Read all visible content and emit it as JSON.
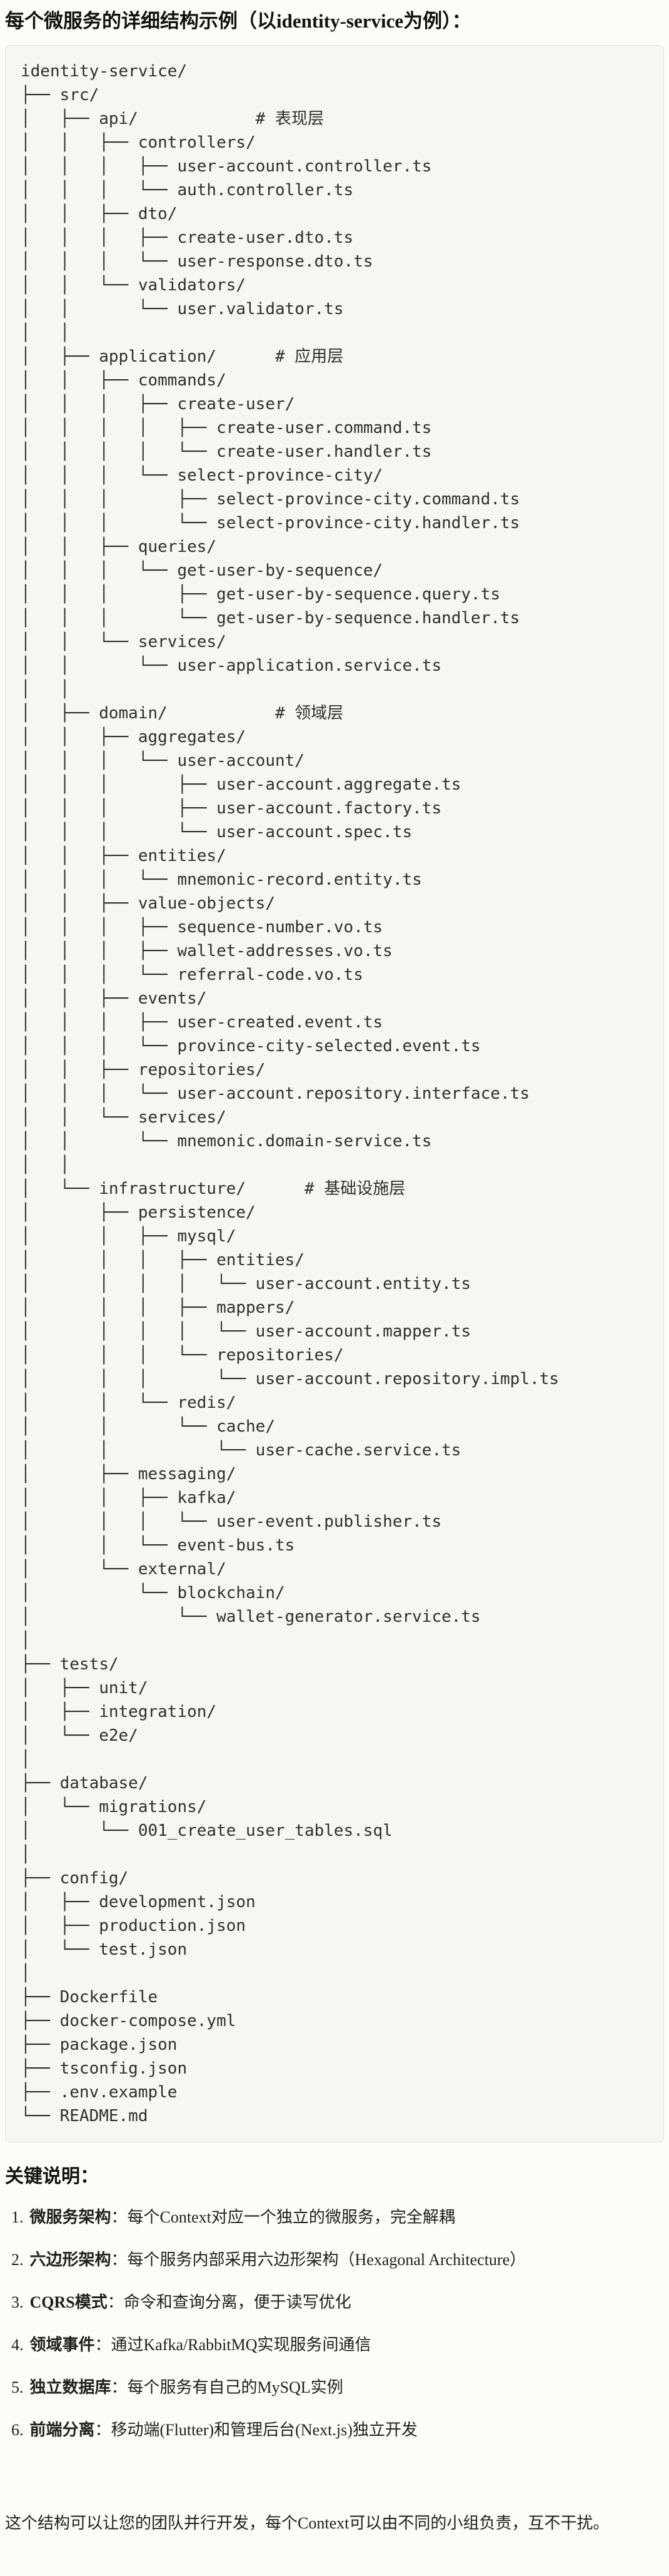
{
  "page": {
    "title": "每个微服务的详细结构示例（以identity-service为例）：",
    "notes_heading": "关键说明：",
    "closing": "这个结构可以让您的团队并行开发，每个Context可以由不同的小组负责，互不干扰。"
  },
  "code_block": {
    "lines": [
      "identity-service/",
      "├── src/",
      "│   ├── api/            # 表现层",
      "│   │   ├── controllers/",
      "│   │   │   ├── user-account.controller.ts",
      "│   │   │   └── auth.controller.ts",
      "│   │   ├── dto/",
      "│   │   │   ├── create-user.dto.ts",
      "│   │   │   └── user-response.dto.ts",
      "│   │   └── validators/",
      "│   │       └── user.validator.ts",
      "│   │",
      "│   ├── application/      # 应用层",
      "│   │   ├── commands/",
      "│   │   │   ├── create-user/",
      "│   │   │   │   ├── create-user.command.ts",
      "│   │   │   │   └── create-user.handler.ts",
      "│   │   │   └── select-province-city/",
      "│   │   │       ├── select-province-city.command.ts",
      "│   │   │       └── select-province-city.handler.ts",
      "│   │   ├── queries/",
      "│   │   │   └── get-user-by-sequence/",
      "│   │   │       ├── get-user-by-sequence.query.ts",
      "│   │   │       └── get-user-by-sequence.handler.ts",
      "│   │   └── services/",
      "│   │       └── user-application.service.ts",
      "│   │",
      "│   ├── domain/           # 领域层",
      "│   │   ├── aggregates/",
      "│   │   │   └── user-account/",
      "│   │   │       ├── user-account.aggregate.ts",
      "│   │   │       ├── user-account.factory.ts",
      "│   │   │       └── user-account.spec.ts",
      "│   │   ├── entities/",
      "│   │   │   └── mnemonic-record.entity.ts",
      "│   │   ├── value-objects/",
      "│   │   │   ├── sequence-number.vo.ts",
      "│   │   │   ├── wallet-addresses.vo.ts",
      "│   │   │   └── referral-code.vo.ts",
      "│   │   ├── events/",
      "│   │   │   ├── user-created.event.ts",
      "│   │   │   └── province-city-selected.event.ts",
      "│   │   ├── repositories/",
      "│   │   │   └── user-account.repository.interface.ts",
      "│   │   └── services/",
      "│   │       └── mnemonic.domain-service.ts",
      "│   │",
      "│   └── infrastructure/      # 基础设施层",
      "│       ├── persistence/",
      "│       │   ├── mysql/",
      "│       │   │   ├── entities/",
      "│       │   │   │   └── user-account.entity.ts",
      "│       │   │   ├── mappers/",
      "│       │   │   │   └── user-account.mapper.ts",
      "│       │   │   └── repositories/",
      "│       │   │       └── user-account.repository.impl.ts",
      "│       │   └── redis/",
      "│       │       └── cache/",
      "│       │           └── user-cache.service.ts",
      "│       ├── messaging/",
      "│       │   ├── kafka/",
      "│       │   │   └── user-event.publisher.ts",
      "│       │   └── event-bus.ts",
      "│       └── external/",
      "│           └── blockchain/",
      "│               └── wallet-generator.service.ts",
      "│",
      "├── tests/",
      "│   ├── unit/",
      "│   ├── integration/",
      "│   └── e2e/",
      "│",
      "├── database/",
      "│   └── migrations/",
      "│       └── 001_create_user_tables.sql",
      "│",
      "├── config/",
      "│   ├── development.json",
      "│   ├── production.json",
      "│   └── test.json",
      "│",
      "├── Dockerfile",
      "├── docker-compose.yml",
      "├── package.json",
      "├── tsconfig.json",
      "├── .env.example",
      "└── README.md"
    ]
  },
  "notes": {
    "items": [
      {
        "num": "1.",
        "term": "微服务架构",
        "desc": "：每个Context对应一个独立的微服务，完全解耦"
      },
      {
        "num": "2.",
        "term": "六边形架构",
        "desc": "：每个服务内部采用六边形架构（Hexagonal Architecture）"
      },
      {
        "num": "3.",
        "term": "CQRS模式",
        "desc": "：命令和查询分离，便于读写优化"
      },
      {
        "num": "4.",
        "term": "领域事件",
        "desc": "：通过Kafka/RabbitMQ实现服务间通信"
      },
      {
        "num": "5.",
        "term": "独立数据库",
        "desc": "：每个服务有自己的MySQL实例"
      },
      {
        "num": "6.",
        "term": "前端分离",
        "desc": "：移动端(Flutter)和管理后台(Next.js)独立开发"
      }
    ]
  }
}
